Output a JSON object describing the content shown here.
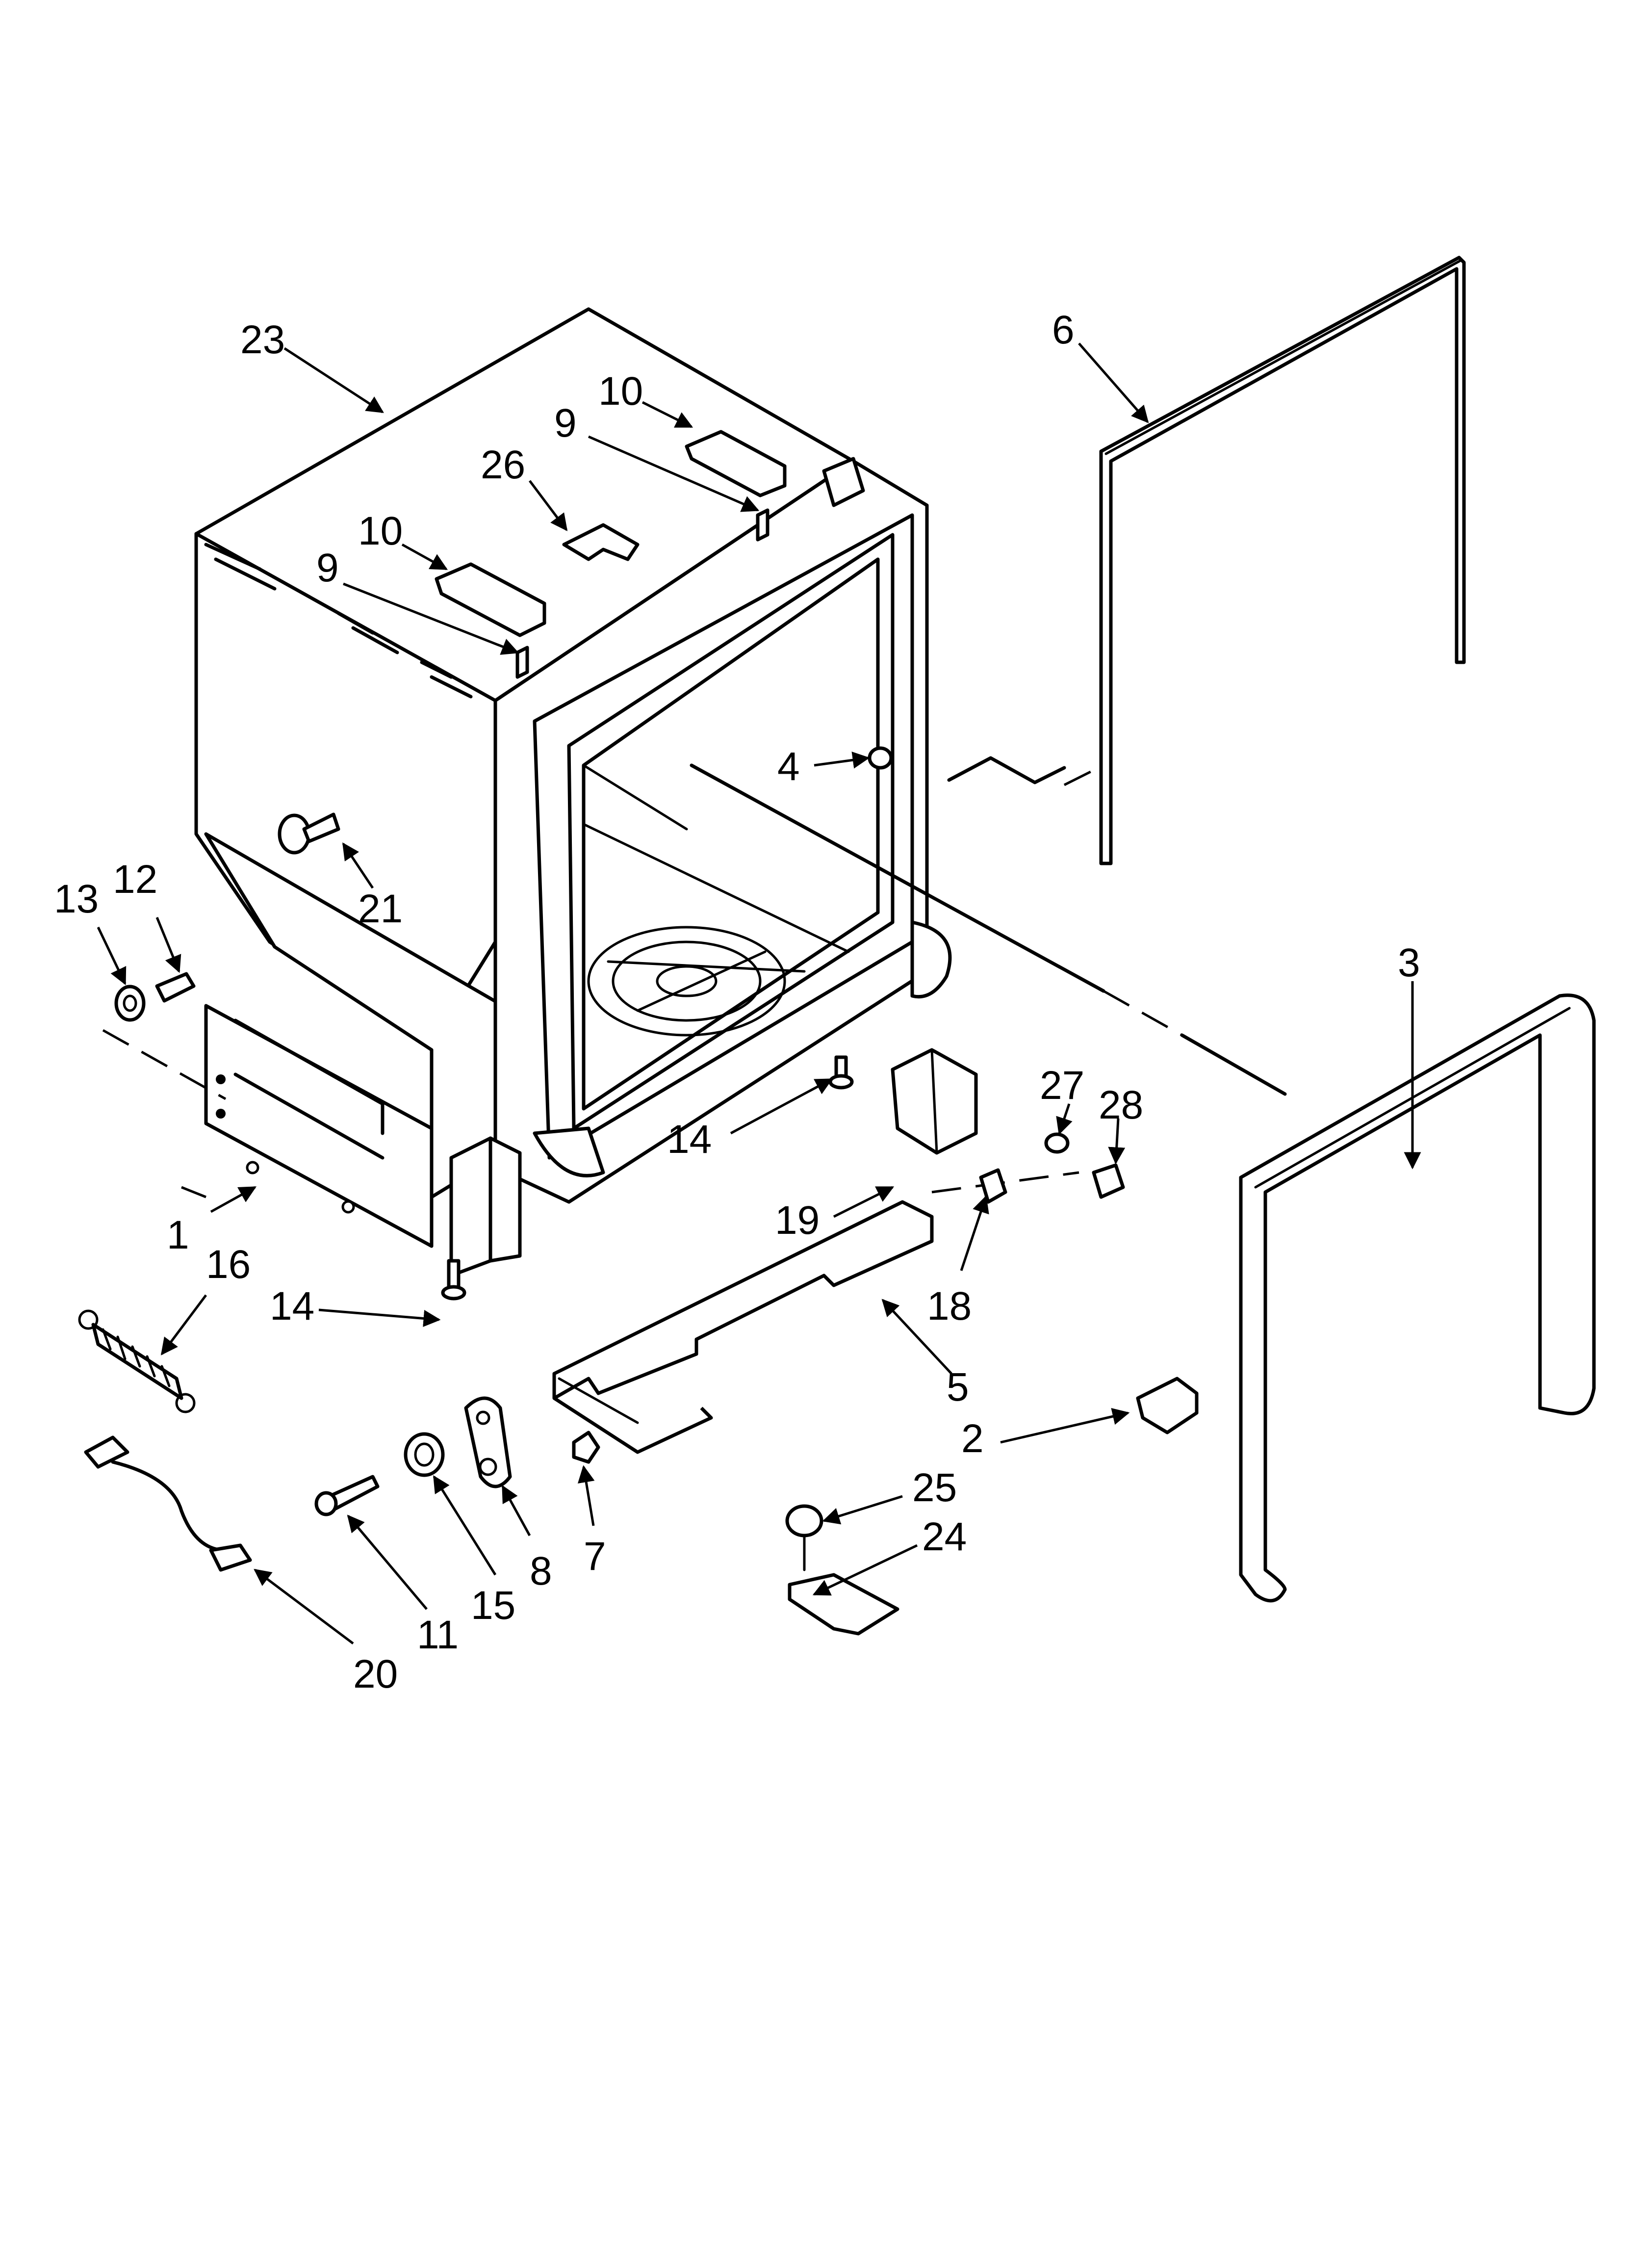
{
  "diagram": {
    "callouts": {
      "c1": "1",
      "c2": "2",
      "c3": "3",
      "c4": "4",
      "c5": "5",
      "c6": "6",
      "c7": "7",
      "c8": "8",
      "c9a": "9",
      "c9b": "9",
      "c10a": "10",
      "c10b": "10",
      "c11": "11",
      "c12": "12",
      "c13": "13",
      "c14a": "14",
      "c14b": "14",
      "c15": "15",
      "c16": "16",
      "c18": "18",
      "c19": "19",
      "c20": "20",
      "c21": "21",
      "c23": "23",
      "c24": "24",
      "c25": "25",
      "c26": "26",
      "c27": "27",
      "c28": "28"
    }
  }
}
